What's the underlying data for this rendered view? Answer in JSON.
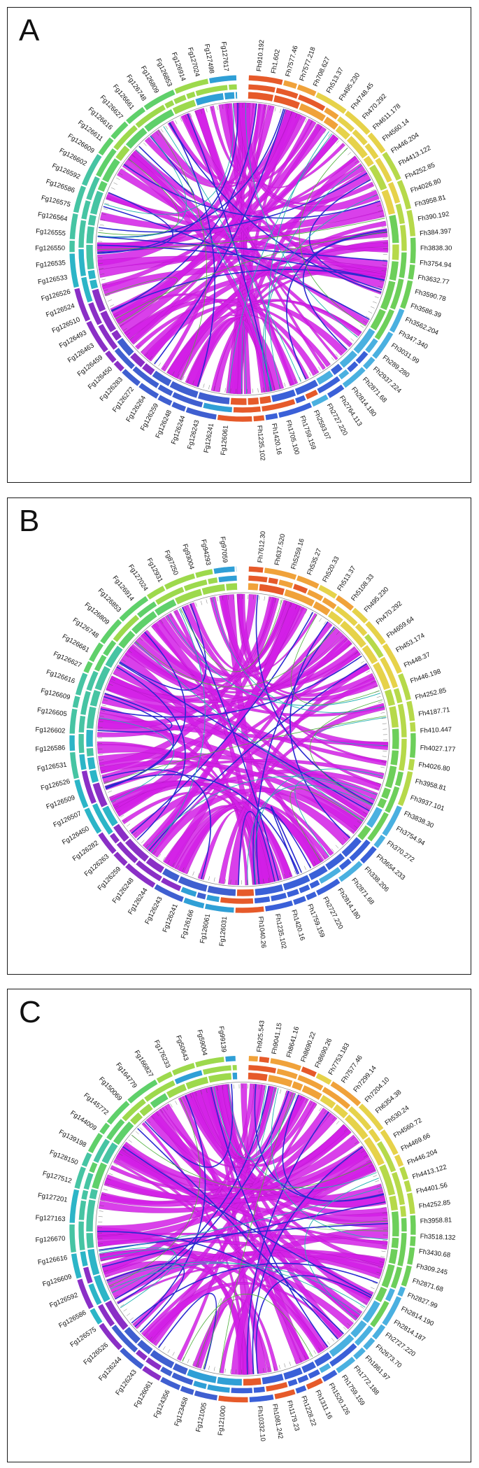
{
  "colors": {
    "link_major": "#d21ee6",
    "link_blue": "#2a2ad0",
    "link_teal": "#1fb0b0",
    "link_green": "#4fae3c",
    "ring_left": [
      "#2f9fd6",
      "#3f5fd0",
      "#8a2fc6",
      "#2cb5c7",
      "#46c4a3",
      "#5fd06a",
      "#9dd94c"
    ],
    "ring_right": [
      "#e65a2a",
      "#f0a23a",
      "#e6d24a",
      "#b6d94a",
      "#6dcf5a",
      "#4ab0e0",
      "#3a60d8"
    ]
  },
  "panels": [
    {
      "letter": "A",
      "left_labels": [
        "Fg126061",
        "Fg126241",
        "Fg126243",
        "Fg126244",
        "Fg126248",
        "Fg126259",
        "Fg126264",
        "Fg126272",
        "Fg126283",
        "Fg126450",
        "Fg126459",
        "Fg126463",
        "Fg126493",
        "Fg126510",
        "Fg126524",
        "Fg126526",
        "Fg126533",
        "Fg126535",
        "Fg126550",
        "Fg126555",
        "Fg126564",
        "Fg126575",
        "Fg126586",
        "Fg126592",
        "Fg126602",
        "Fg126609",
        "Fg126611",
        "Fg126616",
        "Fg126627",
        "Fg126661",
        "Fg126748",
        "Fg126809",
        "Fg126853",
        "Fg126914",
        "Fg127024",
        "Fg127498",
        "Fg127617"
      ],
      "right_labels": [
        "Fh910.192",
        "Fh1.602",
        "Fh7577.46",
        "Fh7577.218",
        "Fh708.627",
        "Fh513.37",
        "Fh495.230",
        "Fh4748.45",
        "Fh470.292",
        "Fh4611.178",
        "Fh4560.14",
        "Fh446.204",
        "Fh4413.122",
        "Fh4252.85",
        "Fh4026.80",
        "Fh3958.81",
        "Fh390.192",
        "Fh384.397",
        "Fh3838.30",
        "Fh3754.94",
        "Fh3632.77",
        "Fh3590.78",
        "Fh3586.39",
        "Fh3562.204",
        "Fh347.340",
        "Fh3031.99",
        "Fh289.280",
        "Fh2937.224",
        "Fh2871.68",
        "Fh2814.180",
        "Fh2764.113",
        "Fh2727.220",
        "Fh2593.07",
        "Fh1759.159",
        "Fh1705.100",
        "Fh1420.16",
        "Fh1235.102"
      ]
    },
    {
      "letter": "B",
      "left_labels": [
        "Fg126031",
        "Fg126061",
        "Fg126166",
        "Fg126241",
        "Fg126243",
        "Fg126244",
        "Fg126248",
        "Fg126259",
        "Fg126263",
        "Fg126282",
        "Fg126450",
        "Fg126507",
        "Fg126509",
        "Fg126526",
        "Fg126531",
        "Fg126586",
        "Fg126602",
        "Fg126605",
        "Fg126609",
        "Fg126616",
        "Fg126627",
        "Fg126661",
        "Fg126748",
        "Fg126809",
        "Fg126853",
        "Fg126914",
        "Fg127024",
        "Fg12931",
        "Fg87250",
        "Fg93004",
        "Fg94293",
        "Fg97059"
      ],
      "right_labels": [
        "Fh7612.30",
        "Fh637.520",
        "Fh5259.16",
        "Fh535.27",
        "Fh520.33",
        "Fh513.37",
        "Fh5108.33",
        "Fh495.230",
        "Fh470.292",
        "Fh4659.64",
        "Fh453.174",
        "Fh448.37",
        "Fh446.198",
        "Fh4252.85",
        "Fh4187.71",
        "Fh410.447",
        "Fh4027.177",
        "Fh4026.80",
        "Fh3958.81",
        "Fh3937.101",
        "Fh3838.30",
        "Fh3754.94",
        "Fh370.272",
        "Fh3654.233",
        "Fh338.206",
        "Fh2871.68",
        "Fh2814.180",
        "Fh2727.220",
        "Fh1759.159",
        "Fh1420.16",
        "Fh1235.102",
        "Fh1040.26"
      ]
    },
    {
      "letter": "C",
      "left_labels": [
        "Fg121000",
        "Fg121005",
        "Fg123458",
        "Fg124356",
        "Fg126061",
        "Fg126243",
        "Fg126244",
        "Fg126526",
        "Fg126575",
        "Fg126586",
        "Fg126592",
        "Fg126609",
        "Fg126616",
        "Fg126670",
        "Fg127163",
        "Fg127201",
        "Fg127512",
        "Fg128150",
        "Fg139198",
        "Fg144009",
        "Fg145772",
        "Fg150069",
        "Fg164779",
        "Fg166827",
        "Fg176233",
        "Fg50643",
        "Fg59004",
        "Fg99139"
      ],
      "right_labels": [
        "Fh925.543",
        "Fh9041.15",
        "Fh8641.16",
        "Fh8690.22",
        "Fh8690.26",
        "Fh7753.183",
        "Fh7577.46",
        "Fh7299.14",
        "Fh7204.10",
        "Fh6354.38",
        "Fh530.24",
        "Fh4560.72",
        "Fh4469.66",
        "Fh446.204",
        "Fh4413.122",
        "Fh4401.56",
        "Fh4252.85",
        "Fh3958.81",
        "Fh3518.132",
        "Fh3430.68",
        "Fh309.245",
        "Fh2871.68",
        "Fh2827.99",
        "Fh2814.190",
        "Fh2814.187",
        "Fh2727.220",
        "Fh2673.70",
        "Fh1861.97",
        "Fh1772.188",
        "Fh1759.159",
        "Fh1520.126",
        "Fh1311.16",
        "Fh1228.22",
        "Fh1179.23",
        "Fh1081.242",
        "Fh10332.10"
      ]
    }
  ]
}
